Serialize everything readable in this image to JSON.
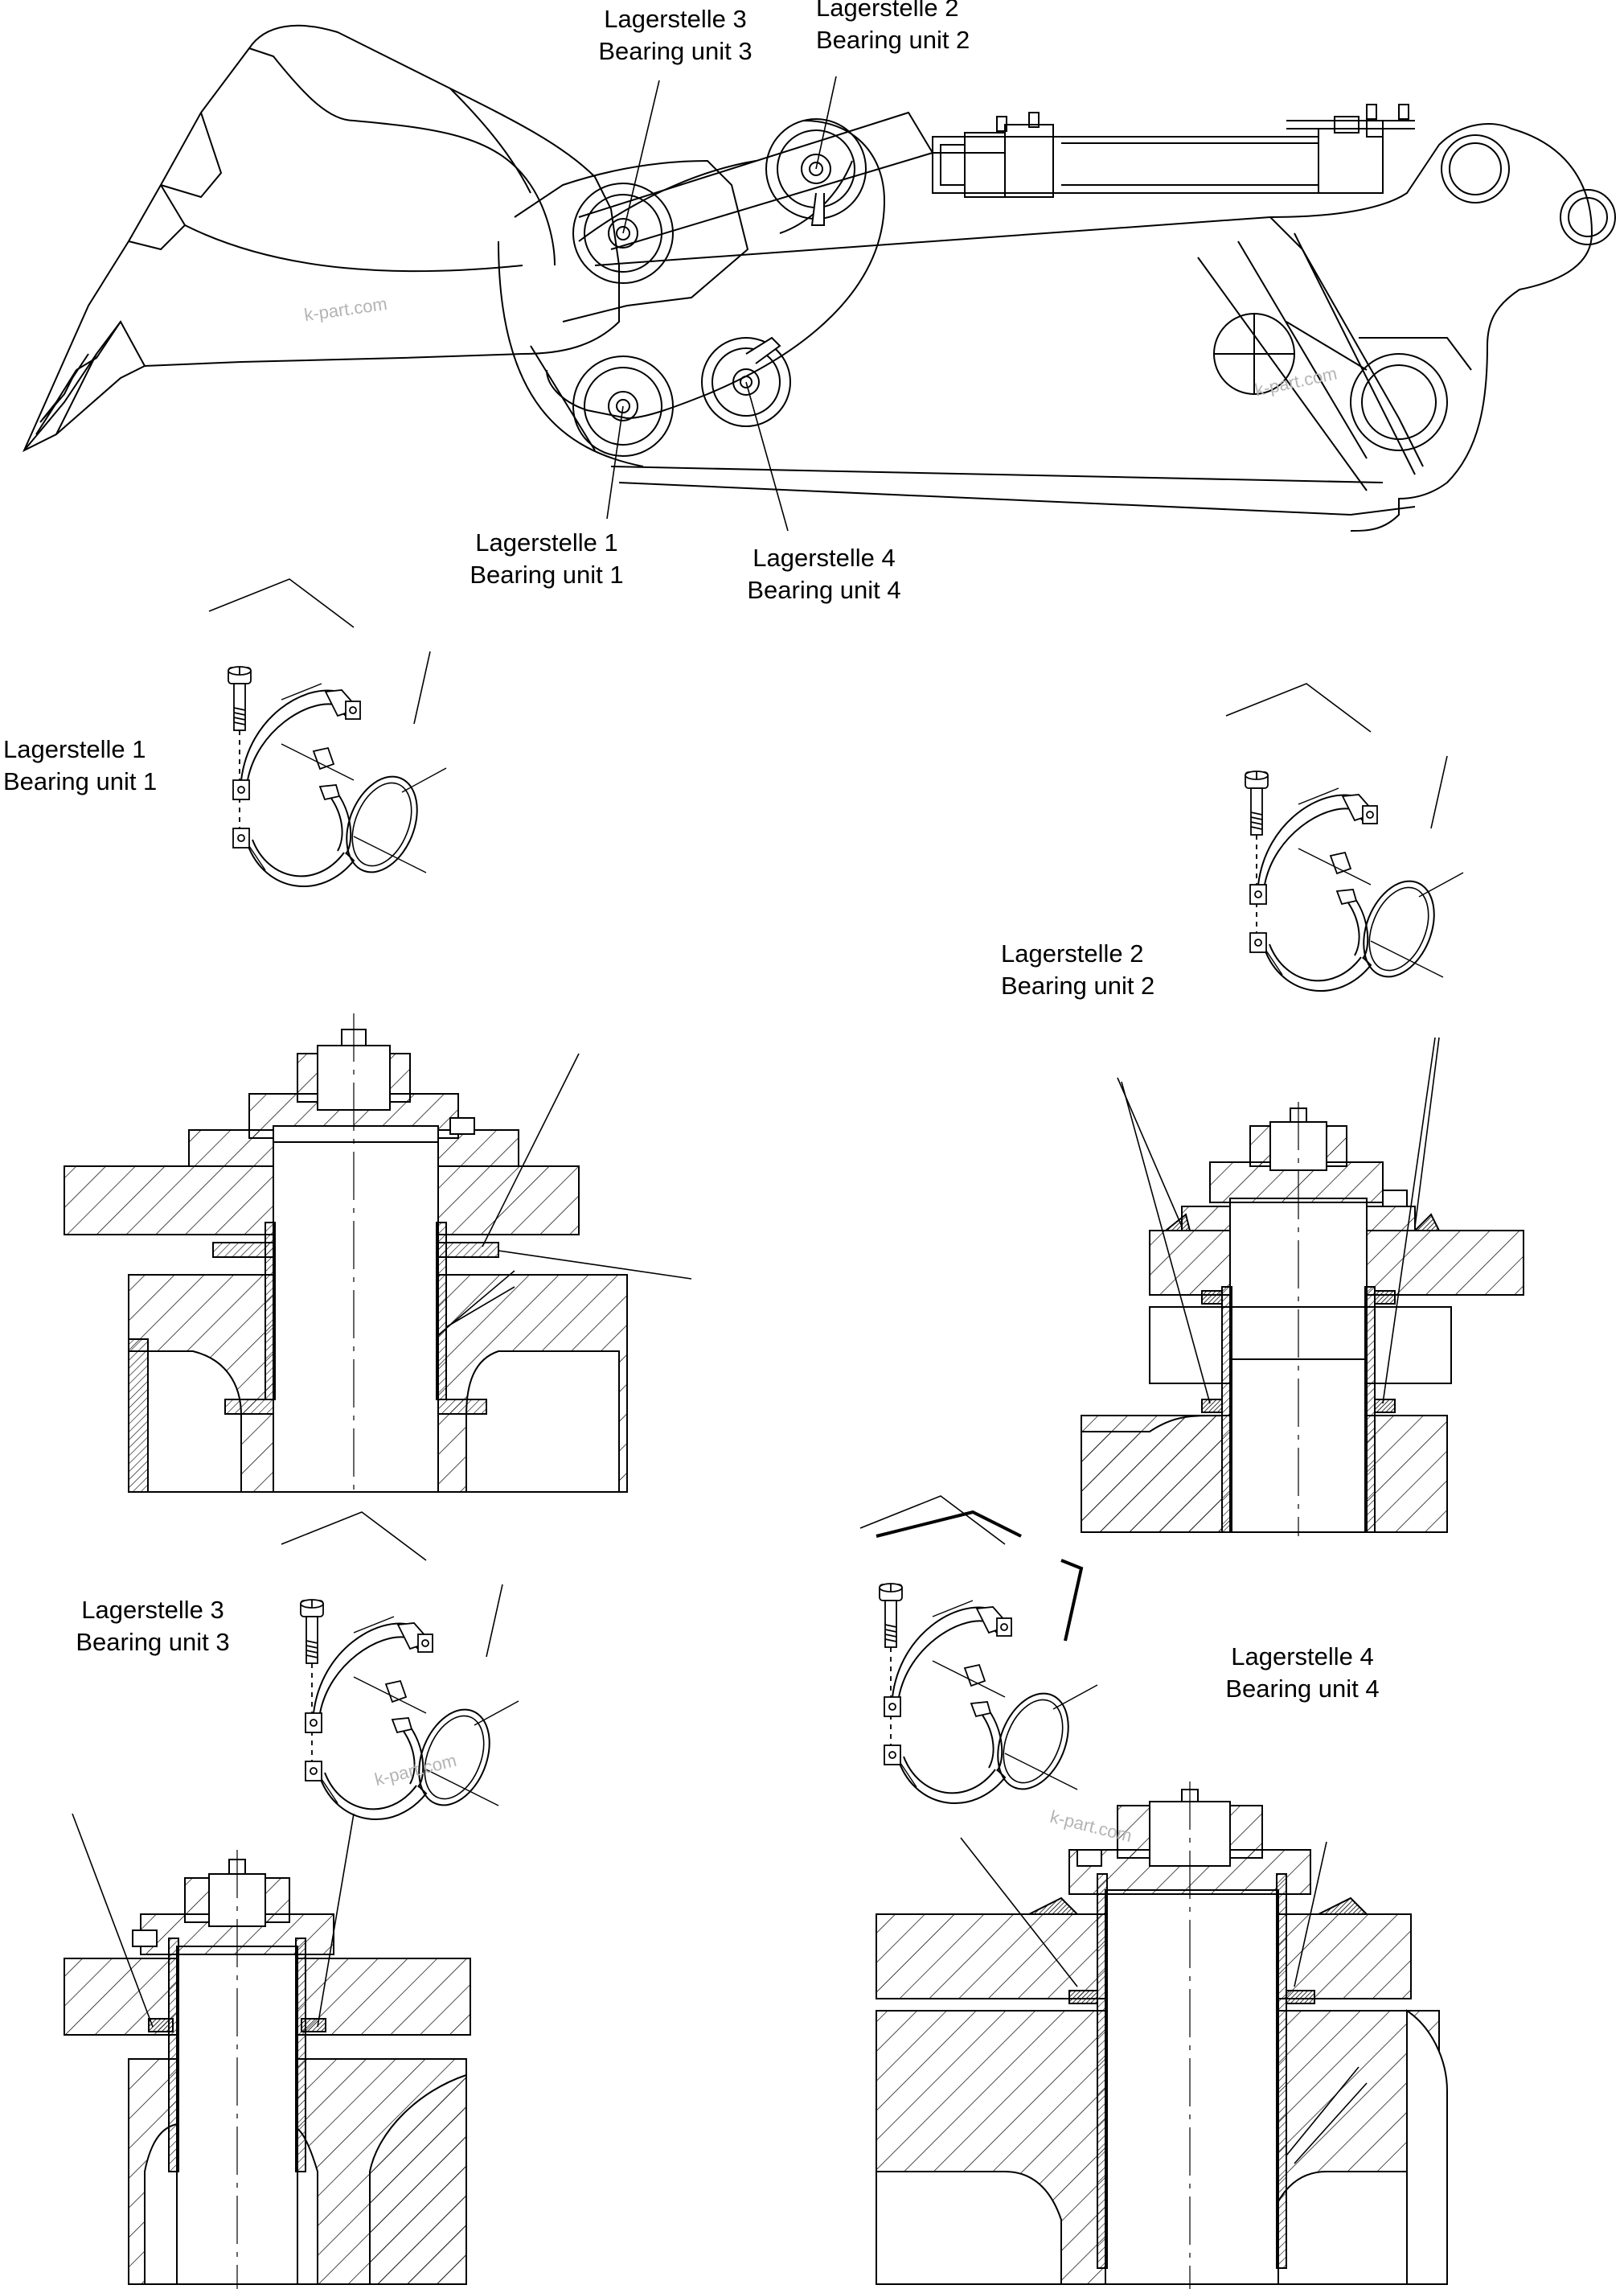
{
  "callouts": [
    {
      "de": "Lagerstelle 3",
      "en": "Bearing unit 3"
    },
    {
      "de": "Lagerstelle 2",
      "en": "Bearing unit 2"
    },
    {
      "de": "Lagerstelle 1",
      "en": "Bearing unit 1"
    },
    {
      "de": "Lagerstelle 4",
      "en": "Bearing unit 4"
    }
  ],
  "details": [
    {
      "de": "Lagerstelle 1",
      "en": "Bearing unit 1"
    },
    {
      "de": "Lagerstelle 2",
      "en": "Bearing unit 2"
    },
    {
      "de": "Lagerstelle 3",
      "en": "Bearing unit 3"
    },
    {
      "de": "Lagerstelle 4",
      "en": "Bearing unit 4"
    }
  ],
  "watermark": "k-part.com"
}
